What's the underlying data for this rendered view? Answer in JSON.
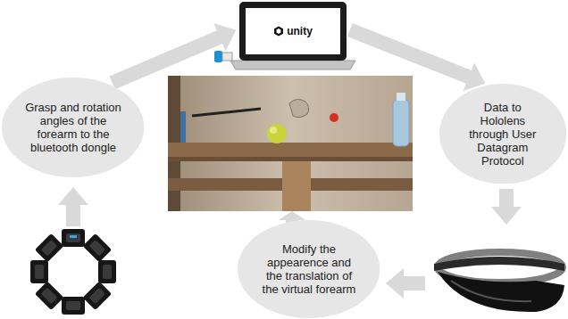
{
  "diagram": {
    "nodes": [
      {
        "text": [
          "unity"
        ]
      },
      {
        "text": [
          "Grasp and rotation angles of the forearm to the bluetooth dongle"
        ]
      },
      {
        "text": [
          "Data to Hololens through User Datagram Protocol"
        ]
      },
      {
        "text": [
          "Modify the appearence and the translation of the virtual forearm"
        ]
      }
    ],
    "edges": [
      {
        "from": 1,
        "to": 0,
        "arrow": "to"
      },
      {
        "from": 0,
        "to": 2,
        "arrow": "to"
      }
    ]
  }
}
